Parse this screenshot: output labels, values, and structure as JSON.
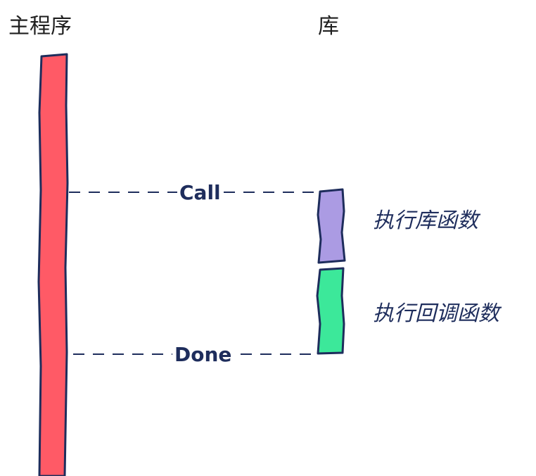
{
  "participants": {
    "main": "主程序",
    "library": "库"
  },
  "messages": {
    "call": "Call",
    "done": "Done"
  },
  "notes": {
    "exec_library": "执行库函数",
    "exec_callback": "执行回调函数"
  },
  "colors": {
    "main_bar": "#ff5a66",
    "library_function": "#ab9be3",
    "callback_function": "#3ce89a",
    "stroke": "#1e2d5c"
  }
}
